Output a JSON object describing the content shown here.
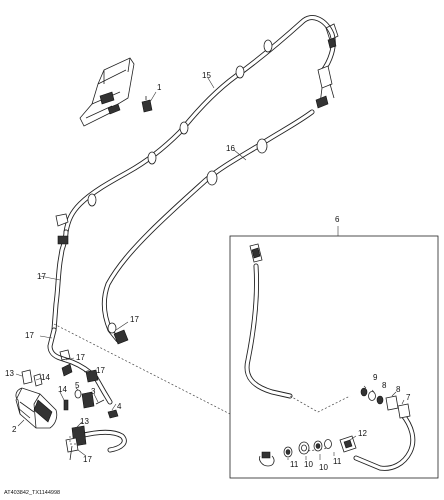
{
  "figure_code": "AT403842_TX1144998",
  "callouts": {
    "c1": "1",
    "c2": "2",
    "c3": "3",
    "c4": "4",
    "c5": "5",
    "c6": "6",
    "c7": "7",
    "c8a": "8",
    "c8b": "8",
    "c9": "9",
    "c10a": "10",
    "c10b": "10",
    "c11a": "11",
    "c11b": "11",
    "c12": "12",
    "c13a": "13",
    "c13b": "13",
    "c14a": "14",
    "c14b": "14",
    "c15": "15",
    "c16": "16",
    "c17a": "17",
    "c17b": "17",
    "c17c": "17",
    "c17d": "17",
    "c17e": "17",
    "c17f": "17"
  }
}
